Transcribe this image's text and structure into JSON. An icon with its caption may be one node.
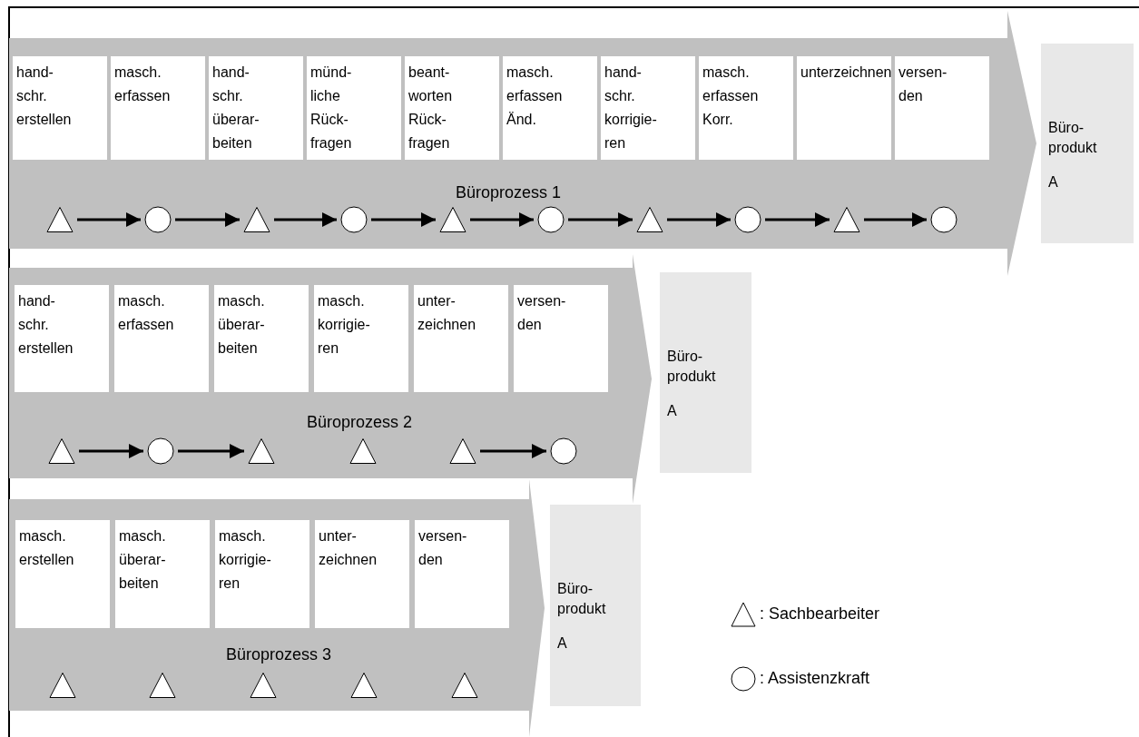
{
  "diagram": {
    "nodes": [
      {
        "text": [
          "Büroprozess 1"
        ]
      },
      {
        "text": [
          "hand- schr. erstellen"
        ],
        "in": 0
      },
      {
        "text": [
          "masch. erfassen"
        ],
        "in": 0
      },
      {
        "text": [
          "hand- schr. überar- beiten"
        ],
        "in": 0
      },
      {
        "text": [
          "münd- liche Rück- fragen"
        ],
        "in": 0
      },
      {
        "text": [
          "beant- worten Rück- fragen"
        ],
        "in": 0
      },
      {
        "text": [
          "masch. erfassen Änd."
        ],
        "in": 0
      },
      {
        "text": [
          "hand- schr. korrigie- ren"
        ],
        "in": 0
      },
      {
        "text": [
          "masch. erfassen Korr."
        ],
        "in": 0
      },
      {
        "text": [
          "unterzeichnen"
        ],
        "in": 0
      },
      {
        "text": [
          "versen- den"
        ],
        "in": 0
      },
      {
        "text": [],
        "shape": "triangle",
        "in": 0
      },
      {
        "text": [],
        "shape": "circle",
        "in": 0
      },
      {
        "text": [],
        "shape": "triangle",
        "in": 0
      },
      {
        "text": [],
        "shape": "circle",
        "in": 0
      },
      {
        "text": [],
        "shape": "triangle",
        "in": 0
      },
      {
        "text": [],
        "shape": "circle",
        "in": 0
      },
      {
        "text": [],
        "shape": "triangle",
        "in": 0
      },
      {
        "text": [],
        "shape": "circle",
        "in": 0
      },
      {
        "text": [],
        "shape": "triangle",
        "in": 0
      },
      {
        "text": [],
        "shape": "circle",
        "in": 0
      },
      {
        "text": [
          "Büro- produkt",
          "A"
        ]
      },
      {
        "text": [
          "Büroprozess 2"
        ]
      },
      {
        "text": [
          "hand- schr. erstellen"
        ],
        "in": 22
      },
      {
        "text": [
          "masch. erfassen"
        ],
        "in": 22
      },
      {
        "text": [
          "masch. überar- beiten"
        ],
        "in": 22
      },
      {
        "text": [
          "masch. korrigie- ren"
        ],
        "in": 22
      },
      {
        "text": [
          "unter- zeichnen"
        ],
        "in": 22
      },
      {
        "text": [
          "versen- den"
        ],
        "in": 22
      },
      {
        "text": [],
        "shape": "triangle",
        "in": 22
      },
      {
        "text": [],
        "shape": "circle",
        "in": 22
      },
      {
        "text": [],
        "shape": "triangle",
        "in": 22
      },
      {
        "text": [],
        "shape": "triangle",
        "in": 22
      },
      {
        "text": [],
        "shape": "triangle",
        "in": 22
      },
      {
        "text": [],
        "shape": "circle",
        "in": 22
      },
      {
        "text": [
          "Büro- produkt",
          "A"
        ]
      },
      {
        "text": [
          "Büroprozess 3"
        ]
      },
      {
        "text": [
          "masch. erstellen"
        ],
        "in": 36
      },
      {
        "text": [
          "masch. überar- beiten"
        ],
        "in": 36
      },
      {
        "text": [
          "masch. korrigie- ren"
        ],
        "in": 36
      },
      {
        "text": [
          "unter- zeichnen"
        ],
        "in": 36
      },
      {
        "text": [
          "versen- den"
        ],
        "in": 36
      },
      {
        "text": [],
        "shape": "triangle",
        "in": 36
      },
      {
        "text": [],
        "shape": "triangle",
        "in": 36
      },
      {
        "text": [],
        "shape": "triangle",
        "in": 36
      },
      {
        "text": [],
        "shape": "triangle",
        "in": 36
      },
      {
        "text": [],
        "shape": "triangle",
        "in": 36
      },
      {
        "text": [
          "Büro- produkt",
          "A"
        ]
      }
    ],
    "edges": [
      {
        "from": 11,
        "to": 12,
        "arrow": "to"
      },
      {
        "from": 12,
        "to": 13,
        "arrow": "to"
      },
      {
        "from": 13,
        "to": 14,
        "arrow": "to"
      },
      {
        "from": 14,
        "to": 15,
        "arrow": "to"
      },
      {
        "from": 15,
        "to": 16,
        "arrow": "to"
      },
      {
        "from": 16,
        "to": 17,
        "arrow": "to"
      },
      {
        "from": 17,
        "to": 18,
        "arrow": "to"
      },
      {
        "from": 18,
        "to": 19,
        "arrow": "to"
      },
      {
        "from": 19,
        "to": 20,
        "arrow": "to"
      },
      {
        "from": 29,
        "to": 30,
        "arrow": "to"
      },
      {
        "from": 30,
        "to": 31,
        "arrow": "to"
      },
      {
        "from": 33,
        "to": 34,
        "arrow": "to"
      }
    ],
    "legend": [
      {
        "text": ": Sachbearbeiter"
      },
      {
        "text": ": Assistenzkraft"
      }
    ]
  }
}
